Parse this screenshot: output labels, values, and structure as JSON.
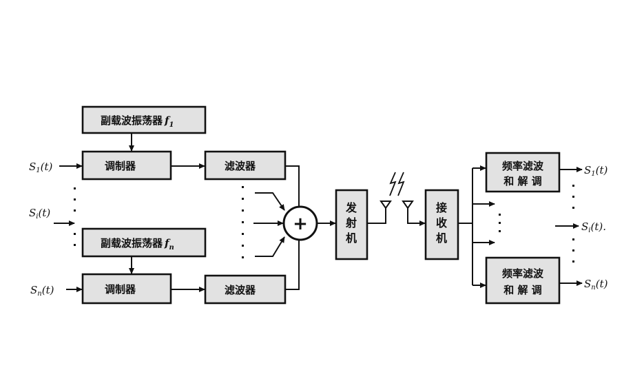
{
  "colors": {
    "box_fill": "#e2e2e2",
    "ink": "#111111"
  },
  "tx": {
    "osc1": {
      "text": "副载波振荡器",
      "f": "f",
      "sub": "1"
    },
    "oscn": {
      "text": "副载波振荡器",
      "f": "f",
      "sub": "n"
    },
    "mod1": "调制器",
    "modn": "调制器",
    "flt1": "滤波器",
    "fltn": "滤波器",
    "adder_symbol": "+",
    "transmitter": [
      "发",
      "射",
      "机"
    ]
  },
  "rx": {
    "receiver": [
      "接",
      "收",
      "机"
    ],
    "demod1": {
      "line1": "频率滤波",
      "line2": "和 解 调"
    },
    "demodn": {
      "line1": "频率滤波",
      "line2": "和 解 调"
    }
  },
  "inputs": [
    {
      "S": "S",
      "sub": "1",
      "arg": "(t)"
    },
    {
      "S": "S",
      "sub": "i",
      "arg": "(t)"
    },
    {
      "S": "S",
      "sub": "n",
      "arg": "(t)"
    }
  ],
  "outputs": [
    {
      "S": "S",
      "sub": "1",
      "arg": "(t)"
    },
    {
      "S": "S",
      "sub": "i",
      "arg": "(t)."
    },
    {
      "S": "S",
      "sub": "n",
      "arg": "(t)"
    }
  ]
}
